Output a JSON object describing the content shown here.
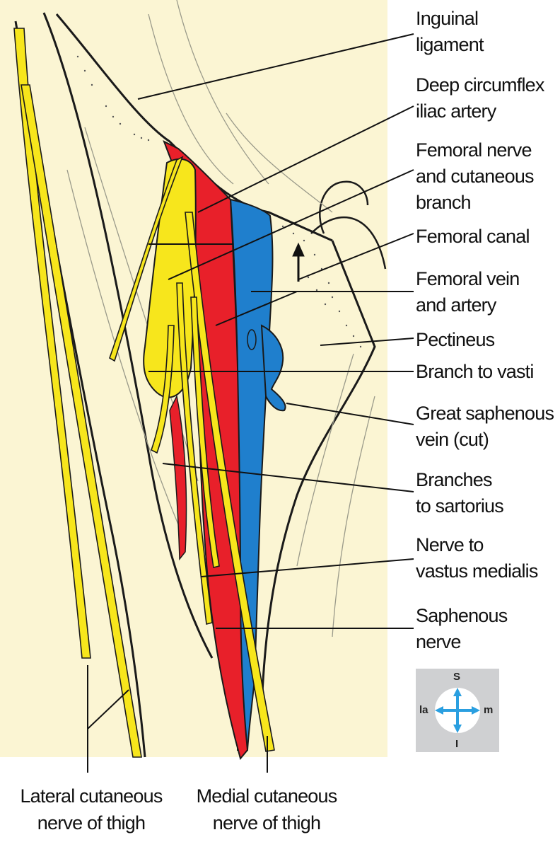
{
  "labels": {
    "inguinal_ligament": [
      "Inguinal",
      "ligament"
    ],
    "deep_circumflex": [
      "Deep circumflex",
      "iliac artery"
    ],
    "femoral_nerve": [
      "Femoral nerve",
      "and cutaneous",
      "branch"
    ],
    "femoral_canal": [
      "Femoral canal"
    ],
    "femoral_vein_artery": [
      "Femoral vein",
      "and artery"
    ],
    "pectineus": [
      "Pectineus"
    ],
    "branch_vasti": [
      "Branch to vasti"
    ],
    "great_saphenous": [
      "Great saphenous",
      "vein (cut)"
    ],
    "branches_sartorius": [
      "Branches",
      "to sartorius"
    ],
    "nerve_vastus": [
      "Nerve to",
      "vastus medialis"
    ],
    "saphenous_nerve": [
      "Saphenous",
      "nerve"
    ],
    "lateral_cutaneous": [
      "Lateral cutaneous",
      "nerve of thigh"
    ],
    "medial_cutaneous": [
      "Medial cutaneous",
      "nerve of thigh"
    ]
  },
  "orientation": {
    "superior": "S",
    "inferior": "I",
    "lateral": "la",
    "medial": "m"
  },
  "colors": {
    "background_tissue": "#fbf5d3",
    "artery": "#e8202a",
    "vein": "#1f7fcd",
    "nerve": "#f7e61c",
    "outline": "#1a1a1a",
    "compass_box": "#cfd0d2",
    "compass_arrow": "#2a9fe0"
  }
}
